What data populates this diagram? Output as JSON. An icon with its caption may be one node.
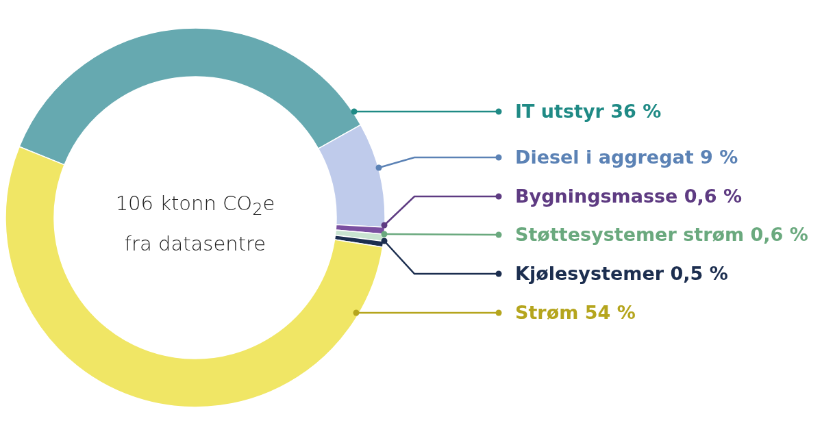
{
  "diagram": {
    "chart_data": {
      "type": "donut",
      "title": "106 ktonn CO$_{2}$e fra datasentre",
      "categories": [
        "IT utstyr 36 %",
        "Diesel i aggregat 9 %",
        "Bygningsmasse 0,6 %",
        "Støttesystemer strøm 0,6 %",
        "Kjølesystemer 0,5 %",
        "Strøm 54 %"
      ],
      "values": [
        36,
        9,
        0.6,
        0.6,
        0.5,
        54
      ]
    }
  }
}
